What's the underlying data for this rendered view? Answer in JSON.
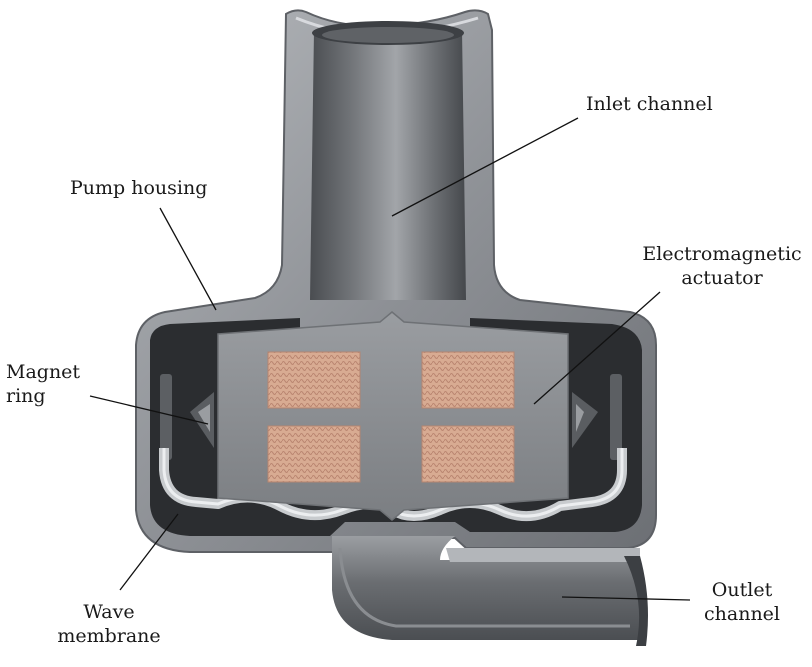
{
  "labels": {
    "inlet": "Inlet channel",
    "housing": "Pump housing",
    "actuator": "Electromagnetic\nactuator",
    "magnet": "Magnet\nring",
    "membrane": "Wave\nmembrane",
    "outlet": "Outlet\nchannel"
  },
  "colors": {
    "housing_light": "#d0d2d5",
    "housing_mid": "#8d9095",
    "housing_dark": "#54575b",
    "cavity": "#2b2d30",
    "actuator_body": "#898c90",
    "coil": "#d6a88f",
    "membrane": "#c5c8cb",
    "leader": "#111111"
  }
}
